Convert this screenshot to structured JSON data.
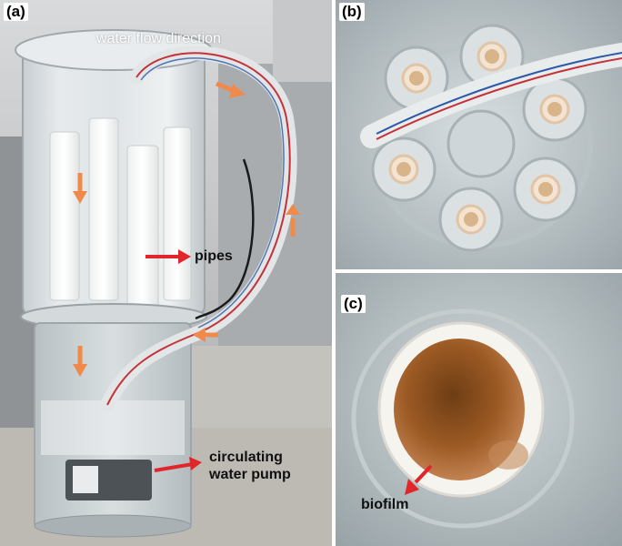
{
  "panels": {
    "a": {
      "tag": "(a)",
      "labels": {
        "flow": "water flow direction",
        "pipes": "pipes",
        "pump_line1": "circulating",
        "pump_line2": "water pump"
      }
    },
    "b": {
      "tag": "(b)"
    },
    "c": {
      "tag": "(c)",
      "labels": {
        "biofilm": "biofilm"
      }
    }
  },
  "colors": {
    "arrow_red": "#e0262a",
    "arrow_orange": "#f08a4b",
    "biofilm_brown": "#9c5a24",
    "tube_stripe_red": "#c4323a",
    "tube_stripe_blue": "#2c5aa8"
  }
}
